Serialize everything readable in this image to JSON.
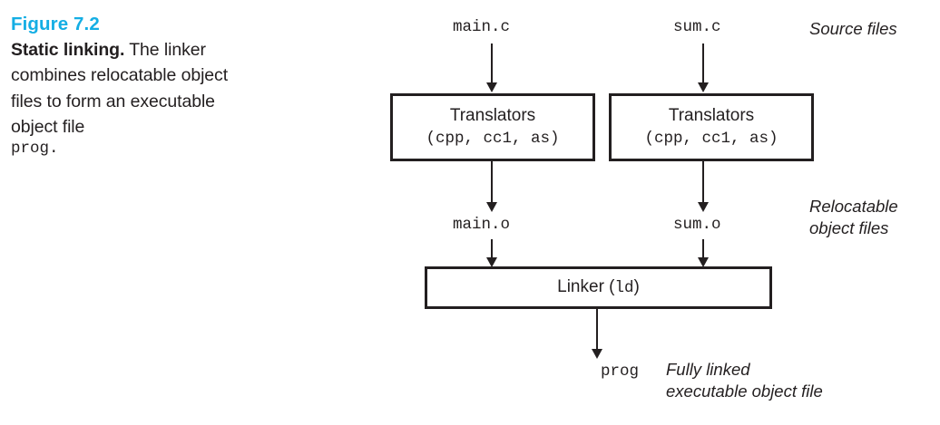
{
  "caption": {
    "figure_number": "Figure 7.2",
    "lead": "Static linking.",
    "body": " The linker combines relocatable object files to form an executable object file",
    "prog": "prog."
  },
  "diagram": {
    "source_files": {
      "left": "main.c",
      "right": "sum.c",
      "side_label": "Source files"
    },
    "translators": {
      "left": {
        "title": "Translators",
        "sub": "(cpp, cc1, as)"
      },
      "right": {
        "title": "Translators",
        "sub": "(cpp, cc1, as)"
      }
    },
    "object_files": {
      "left": "main.o",
      "right": "sum.o",
      "side_label_line1": "Relocatable",
      "side_label_line2": "object files"
    },
    "linker": {
      "title_prefix": "Linker (",
      "title_mono": "ld",
      "title_suffix": ")"
    },
    "executable": {
      "name": "prog",
      "side_label_line1": "Fully linked",
      "side_label_line2": "executable object file"
    }
  },
  "colors": {
    "figure_accent": "#14aee4",
    "ink": "#231f20",
    "background": "#ffffff"
  }
}
